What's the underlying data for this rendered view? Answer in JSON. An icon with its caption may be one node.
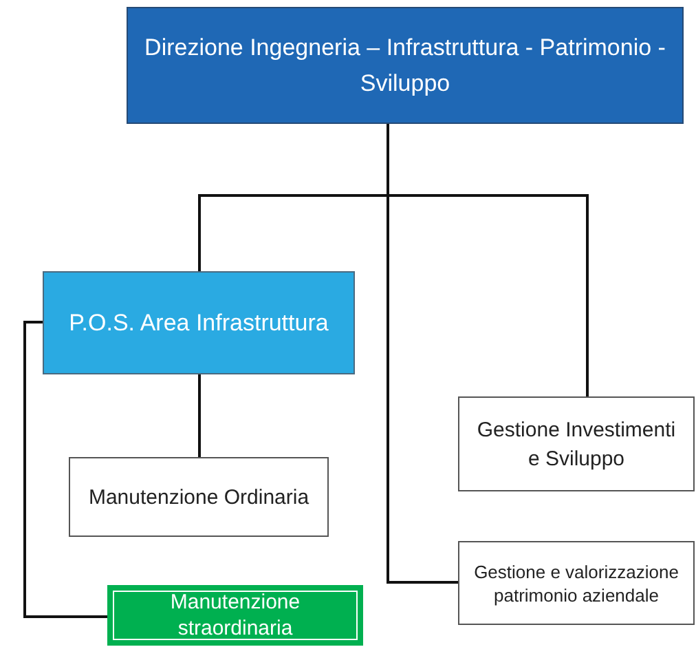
{
  "diagram": {
    "nodes": [
      {
        "text": [
          "Direzione Ingegneria – Infrastruttura - Patrimonio - Sviluppo"
        ]
      },
      {
        "text": [
          "P.O.S. Area Infrastruttura"
        ]
      },
      {
        "text": [
          "Manutenzione Ordinaria"
        ]
      },
      {
        "text": [
          "Manutenzione straordinaria"
        ]
      },
      {
        "text": [
          "Gestione Investimenti e Sviluppo"
        ]
      },
      {
        "text": [
          "Gestione e valorizzazione patrimonio aziendale"
        ]
      }
    ],
    "edges": [
      {
        "from": 0,
        "to": 1,
        "arrow": "none"
      },
      {
        "from": 0,
        "to": 4,
        "arrow": "none"
      },
      {
        "from": 0,
        "to": 5,
        "arrow": "none"
      },
      {
        "from": 1,
        "to": 2,
        "arrow": "none"
      },
      {
        "from": 1,
        "to": 3,
        "arrow": "none"
      }
    ]
  }
}
